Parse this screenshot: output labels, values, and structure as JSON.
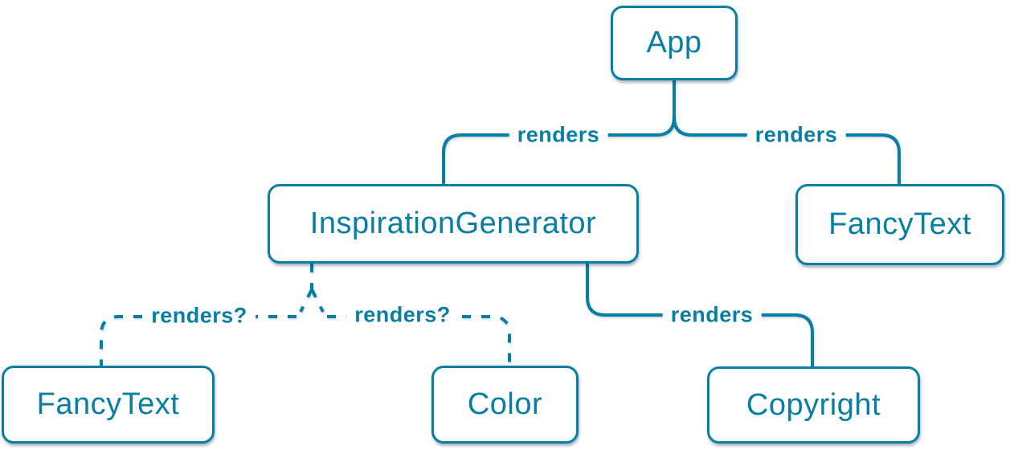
{
  "colors": {
    "accent": "#087ea4",
    "node_background": "#ffffff"
  },
  "nodes": {
    "app": {
      "label": "App"
    },
    "inspiration_generator": {
      "label": "InspirationGenerator"
    },
    "fancy_text_top": {
      "label": "FancyText"
    },
    "fancy_text_bottom": {
      "label": "FancyText"
    },
    "color": {
      "label": "Color"
    },
    "copyright": {
      "label": "Copyright"
    }
  },
  "edges": {
    "app_to_inspiration_generator": {
      "label": "renders",
      "style": "solid"
    },
    "app_to_fancy_text": {
      "label": "renders",
      "style": "solid"
    },
    "inspiration_generator_to_fancy_text": {
      "label": "renders?",
      "style": "dashed"
    },
    "inspiration_generator_to_color": {
      "label": "renders?",
      "style": "dashed"
    },
    "inspiration_generator_to_copyright": {
      "label": "renders",
      "style": "solid"
    }
  }
}
